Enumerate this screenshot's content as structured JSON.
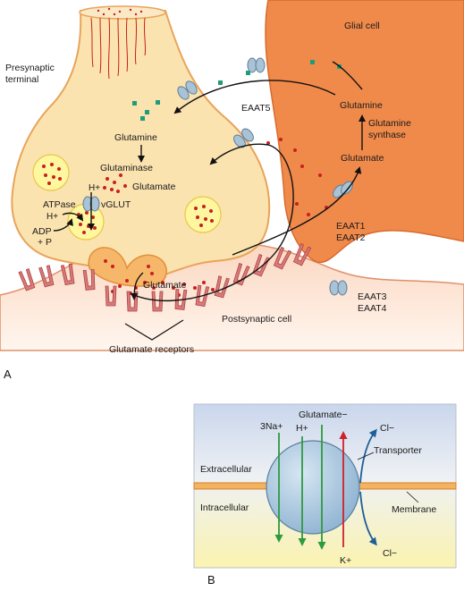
{
  "panel_a": {
    "letter": "A",
    "presynaptic_line1": "Presynaptic",
    "presynaptic_line2": "terminal",
    "glial_cell": "Glial cell",
    "eaat5": "EAAT5",
    "glutamine_pre": "Glutamine",
    "glutaminase": "Glutaminase",
    "glutamate_pre": "Glutamate",
    "h_plus_top": "H+",
    "atpase": "ATPase",
    "h_plus_left": "H+",
    "vglut": "vGLUT",
    "adp": "ADP",
    "plus_p": "+ P",
    "glutamate_cleft": "Glutamate",
    "glutamine_glial": "Glutamine",
    "glutamine_synthase_line1": "Glutamine",
    "glutamine_synthase_line2": "synthase",
    "glutamate_glial": "Glutamate",
    "eaat1": "EAAT1",
    "eaat2": "EAAT2",
    "eaat3": "EAAT3",
    "eaat4": "EAAT4",
    "postsynaptic_cell": "Postsynaptic cell",
    "glutamate_receptors": "Glutamate receptors"
  },
  "panel_b": {
    "letter": "B",
    "na": "3Na+",
    "h": "H+",
    "glutamate": "Glutamate−",
    "cl_top": "Cl−",
    "transporter": "Transporter",
    "extracellular": "Extracellular",
    "intracellular": "Intracellular",
    "membrane": "Membrane",
    "cl_bottom": "Cl−",
    "k": "K+"
  },
  "colors": {
    "presynaptic_fill": "#fbe3b0",
    "presynaptic_edge": "#e8a45a",
    "glial_fill": "#f08a4b",
    "postsynaptic_fill": "#fde5d0",
    "vesicle_fill": "#fff7a0",
    "glutamate_dot": "#c8201e",
    "glutamine_dot": "#1f9c78",
    "transporter_fill": "#a9c3d6",
    "receptor_fill": "#d97a7a",
    "arrow_green": "#2e9a3e",
    "arrow_red": "#d0202a",
    "arrow_blue": "#1d5f97",
    "membrane_orange": "#e9953a"
  }
}
